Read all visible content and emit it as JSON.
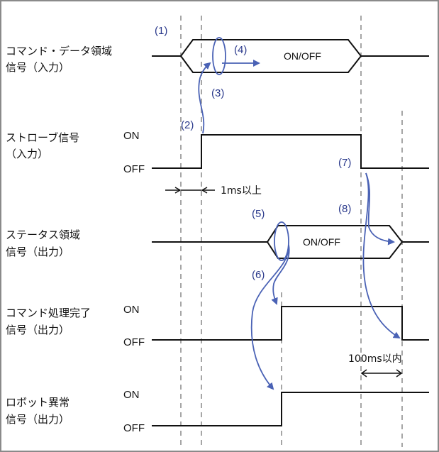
{
  "diagram": {
    "type": "timing-chart",
    "colors": {
      "waveform": "#111111",
      "guide_lines": "#a6a6a6",
      "annotation": "#4a62b5",
      "step_label": "#2b3a8c",
      "border": "#8a8a8a"
    },
    "signals": [
      {
        "id": "command-data",
        "label_line1": "コマンド・データ領域",
        "label_line2": "信号（入力）",
        "kind": "bus",
        "bus_text": "ON/OFF"
      },
      {
        "id": "strobe",
        "label_line1": "ストローブ信号",
        "label_line2": "（入力）",
        "kind": "digital",
        "on_label": "ON",
        "off_label": "OFF"
      },
      {
        "id": "status",
        "label_line1": "ステータス領域",
        "label_line2": "信号（出力）",
        "kind": "bus",
        "bus_text": "ON/OFF"
      },
      {
        "id": "command-complete",
        "label_line1": "コマンド処理完了",
        "label_line2": "信号（出力）",
        "kind": "digital",
        "on_label": "ON",
        "off_label": "OFF"
      },
      {
        "id": "robot-error",
        "label_line1": "ロボット異常",
        "label_line2": "信号（出力）",
        "kind": "digital",
        "on_label": "ON",
        "off_label": "OFF"
      }
    ],
    "steps": [
      "(1)",
      "(2)",
      "(3)",
      "(4)",
      "(5)",
      "(6)",
      "(7)",
      "(8)"
    ],
    "timing_notes": {
      "setup_time": "1ms以上",
      "response_time": "100ms以内"
    }
  }
}
